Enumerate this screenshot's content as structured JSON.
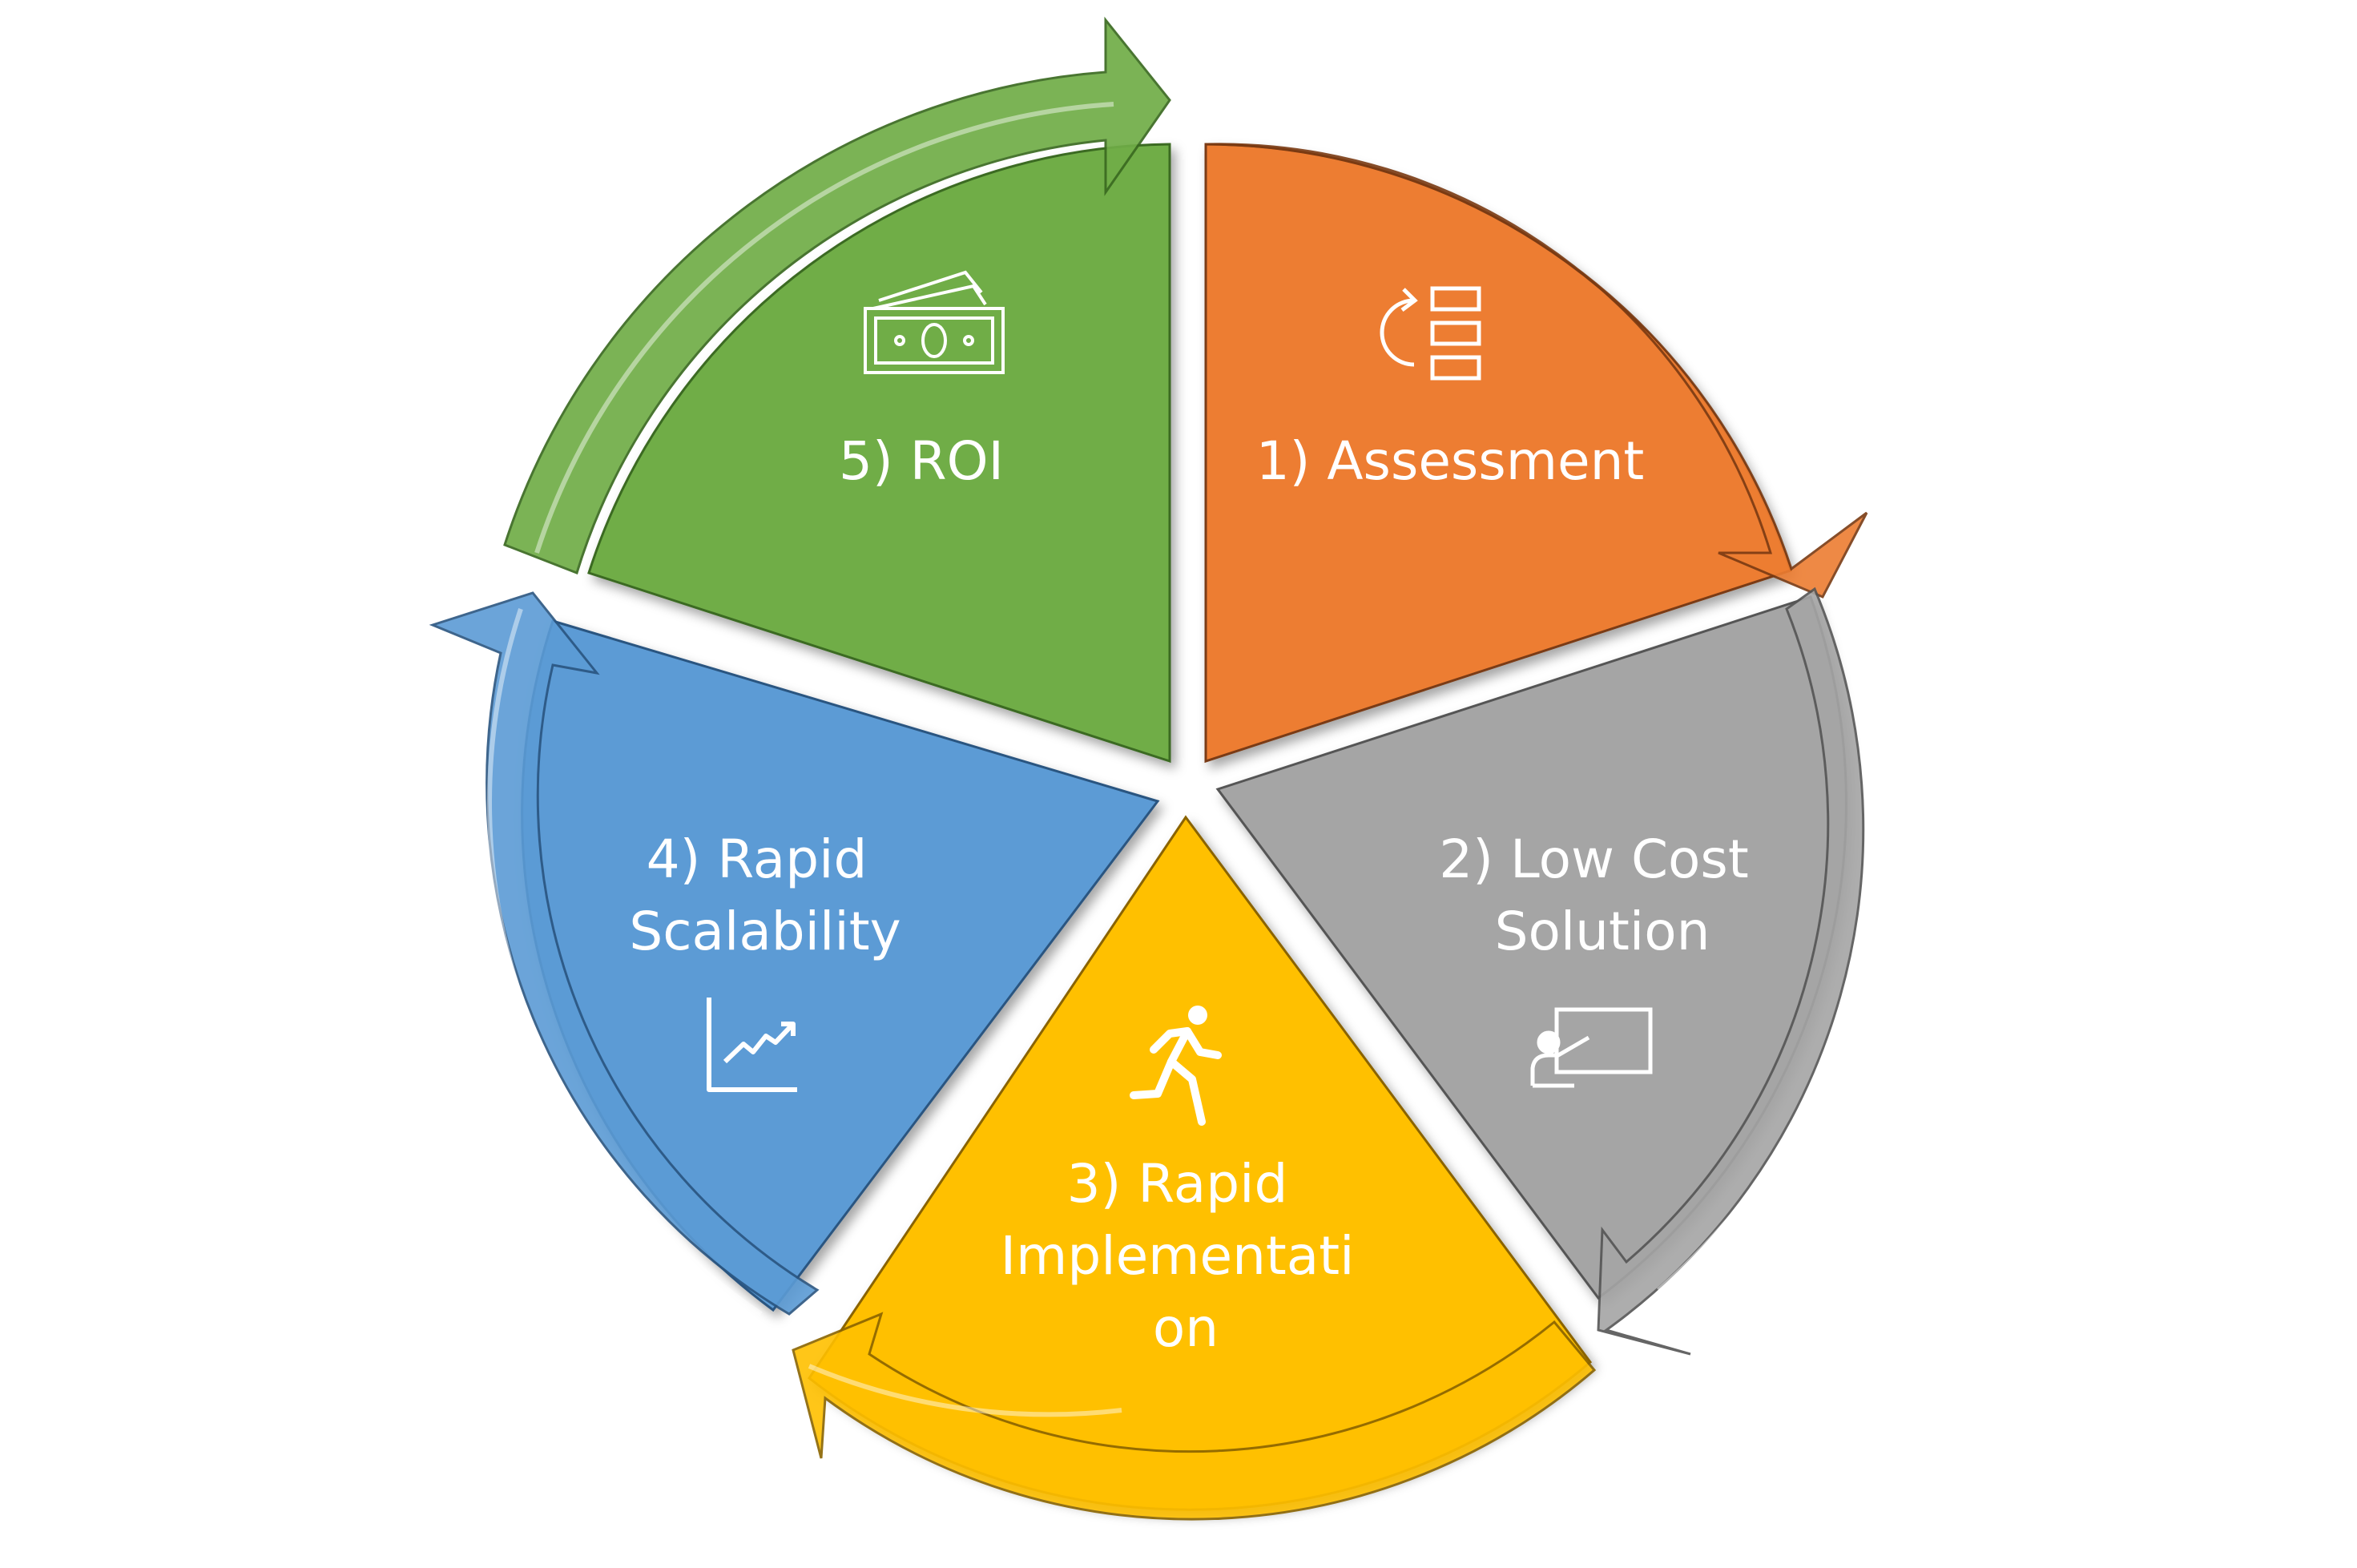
{
  "diagram": {
    "segments": [
      {
        "id": "assessment",
        "lines": [
          "1)  Assessment"
        ],
        "color": "#ED7D31",
        "icon": "process-list-icon"
      },
      {
        "id": "low-cost-solution",
        "lines": [
          "2) Low Cost",
          "Solution"
        ],
        "color": "#A5A5A5",
        "icon": "presenter-icon"
      },
      {
        "id": "rapid-implementation",
        "lines": [
          "3) Rapid",
          "Implementati",
          "on"
        ],
        "color": "#FFC000",
        "icon": "runner-icon"
      },
      {
        "id": "rapid-scalability",
        "lines": [
          "4) Rapid",
          "Scalability"
        ],
        "color": "#5B9BD5",
        "icon": "line-chart-icon"
      },
      {
        "id": "roi",
        "lines": [
          "5) ROI"
        ],
        "color": "#70AD47",
        "icon": "money-icon"
      }
    ]
  }
}
